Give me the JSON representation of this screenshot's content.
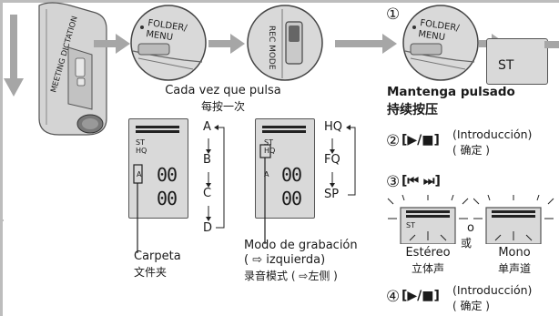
{
  "device": {
    "side_label": "MEETING DICTATION",
    "folder_menu_label": "FOLDER/\nMENU",
    "rec_mode_label": "REC MODE",
    "st_key_label": "ST"
  },
  "left_caption": {
    "line1": "Cada vez que pulsa",
    "line2": "每按一次"
  },
  "folder_display": {
    "indicator_top": "ST",
    "indicator_bottom": "HQ",
    "folder_code": "A",
    "digits_top": "00",
    "digits_bottom": "00",
    "cycle": [
      "A",
      "B",
      "C",
      "D"
    ],
    "caption_es": "Carpeta",
    "caption_zh": "文件夹"
  },
  "mode_display": {
    "indicator_top": "ST",
    "indicator_bottom": "HQ",
    "folder_code": "A",
    "digits_top": "00",
    "digits_bottom": "00",
    "cycle": [
      "HQ",
      "FQ",
      "SP"
    ],
    "caption_es_line1": "Modo de grabación",
    "caption_es_line2": "( ⇨ izquierda)",
    "caption_zh": "录音模式 ( ⇨左侧 )"
  },
  "steps": {
    "step1_number": "①",
    "hold_es": "Mantenga pulsado",
    "hold_zh": "持续按压",
    "step2_number": "②",
    "step2_buttons": "[▶/■]",
    "step2_es": "(Introducción)",
    "step2_zh": "( 确定 )",
    "step3_number": "③",
    "step3_buttons": "[⏮   ⏭]",
    "stereo_es": "Estéreo",
    "stereo_zh": "立体声",
    "mono_es": "Mono",
    "mono_zh": "单声道",
    "or_es": "o",
    "or_zh": "或",
    "stereo_indicator": "ST",
    "step4_number": "④",
    "step4_buttons": "[▶/■]",
    "step4_es": "(Introducción)",
    "step4_zh": "( 确定 )"
  },
  "colors": {
    "arrow": "#a6a6a6",
    "device_gray": "#cfcfcf",
    "lcd_gray": "#d9d9d9",
    "ink": "#1a1a1a"
  }
}
